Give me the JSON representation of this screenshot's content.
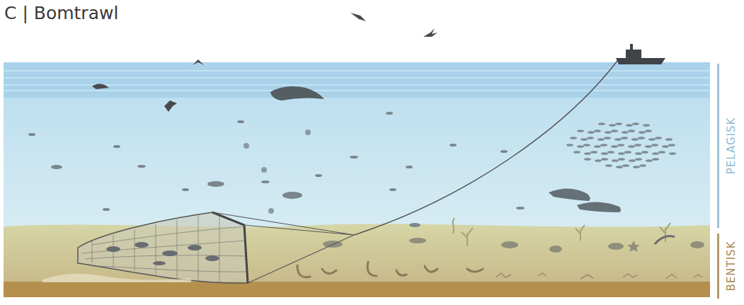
{
  "diagram": {
    "title": "C | Bomtrawl",
    "labels": [
      "PELAGISK",
      "BENTISK"
    ]
  }
}
